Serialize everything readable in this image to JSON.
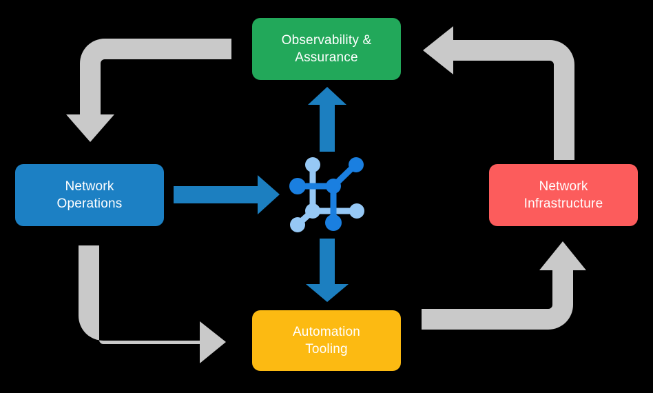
{
  "diagram": {
    "title": "Network automation lifecycle cycle diagram",
    "background_color": "#000000",
    "nodes": [
      {
        "id": "observability",
        "label_line1": "Observability &",
        "label_line2": "Assurance",
        "color": "#22A85A",
        "position": "top"
      },
      {
        "id": "operations",
        "label_line1": "Network",
        "label_line2": "Operations",
        "color": "#1C80C4",
        "position": "left"
      },
      {
        "id": "infrastructure",
        "label_line1": "Network",
        "label_line2": "Infrastructure",
        "color": "#FC5C5C",
        "position": "right"
      },
      {
        "id": "automation",
        "label_line1": "Automation",
        "label_line2": "Tooling",
        "color": "#FCBA12",
        "position": "bottom"
      }
    ],
    "center": {
      "icon_name": "network-topology-icon",
      "node_color_dark": "#1A7FE0",
      "node_color_light": "#96C8F5"
    },
    "connectors": {
      "blue_color": "#1C7FC0",
      "gray_color": "#C9C9C9",
      "blue_arrows": [
        {
          "id": "operations-to-center",
          "direction": "right"
        },
        {
          "id": "center-to-observability",
          "direction": "up"
        },
        {
          "id": "center-to-automation",
          "direction": "down"
        }
      ],
      "gray_arrows": [
        {
          "id": "observability-to-operations",
          "direction": "left-then-down"
        },
        {
          "id": "operations-to-automation",
          "direction": "down-then-right"
        },
        {
          "id": "automation-to-infrastructure",
          "direction": "right-then-up"
        },
        {
          "id": "infrastructure-to-observability",
          "direction": "up-then-left"
        }
      ]
    }
  }
}
